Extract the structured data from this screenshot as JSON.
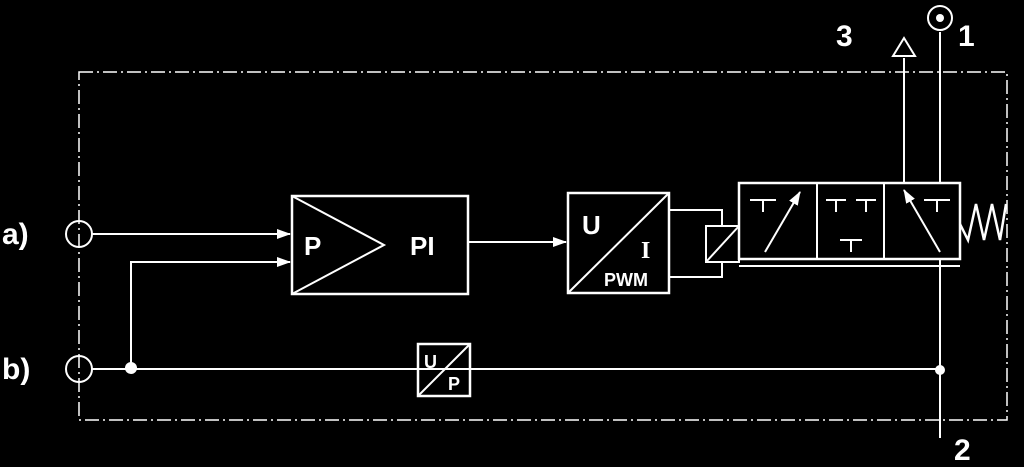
{
  "inputs": {
    "a_label": "a)",
    "b_label": "b)"
  },
  "controller": {
    "p_label": "P",
    "pi_label": "PI"
  },
  "ui_converter": {
    "u_label": "U",
    "i_label": "I",
    "pwm_label": "PWM"
  },
  "up_converter": {
    "u_label": "U",
    "p_label": "P"
  },
  "ports": {
    "port1": "1",
    "port2": "2",
    "port3": "3"
  },
  "colors": {
    "background": "#000000",
    "foreground": "#ffffff"
  }
}
